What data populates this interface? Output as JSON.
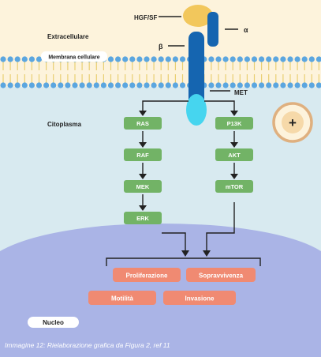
{
  "labels": {
    "ligand": "HGF/SF",
    "alpha": "α",
    "beta": "β",
    "extracellular": "Extracellulare",
    "membrane": "Membrana cellulare",
    "receptor": "MET",
    "cytoplasm": "Citoplasma",
    "nucleus": "Nucleo",
    "plus_sign": "+"
  },
  "pathway_left": [
    "RAS",
    "RAF",
    "MEK",
    "ERK"
  ],
  "pathway_right": [
    "P13K",
    "AKT",
    "mTOR"
  ],
  "outcomes_row1": [
    "Proliferazione",
    "Sopravvivenza"
  ],
  "outcomes_row2": [
    "Motilità",
    "Invasione"
  ],
  "caption": "Immagine 12: Rielaborazione grafica da Figura 2, ref 11",
  "colors": {
    "extracellular": "#fdf3dc",
    "cytoplasm": "#d8eaf0",
    "nucleus": "#aab4e6",
    "membrane_head": "#5ba6e0",
    "membrane_tail": "#e9cf72",
    "receptor_blue": "#1565b0",
    "receptor_cyan": "#46d5ef",
    "ligand": "#f2c75c",
    "pathway_box": "#72b366",
    "outcome_box": "#f08a72",
    "plus_ring": "#dfb07f",
    "plus_fill": "#f6d9a9"
  }
}
